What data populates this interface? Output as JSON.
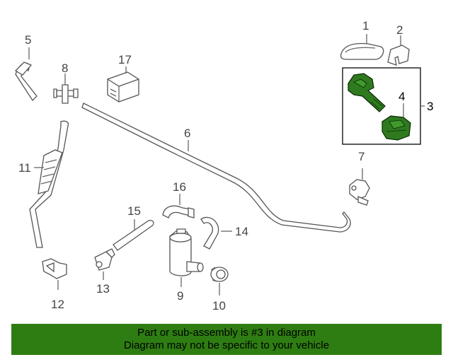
{
  "callouts": {
    "c1": "1",
    "c2": "2",
    "c3": "3",
    "c4": "4",
    "c5": "5",
    "c6": "6",
    "c7": "7",
    "c8": "8",
    "c9": "9",
    "c10": "10",
    "c11": "11",
    "c12": "12",
    "c13": "13",
    "c14": "14",
    "c15": "15",
    "c16": "16",
    "c17": "17"
  },
  "banner": {
    "line1": "Part or sub-assembly is #3 in diagram",
    "line2": "Diagram may not be specific to your vehicle"
  },
  "colors": {
    "highlight_part": "#2f7a1f",
    "banner_bg": "#2e7d12",
    "line": "#666666"
  }
}
